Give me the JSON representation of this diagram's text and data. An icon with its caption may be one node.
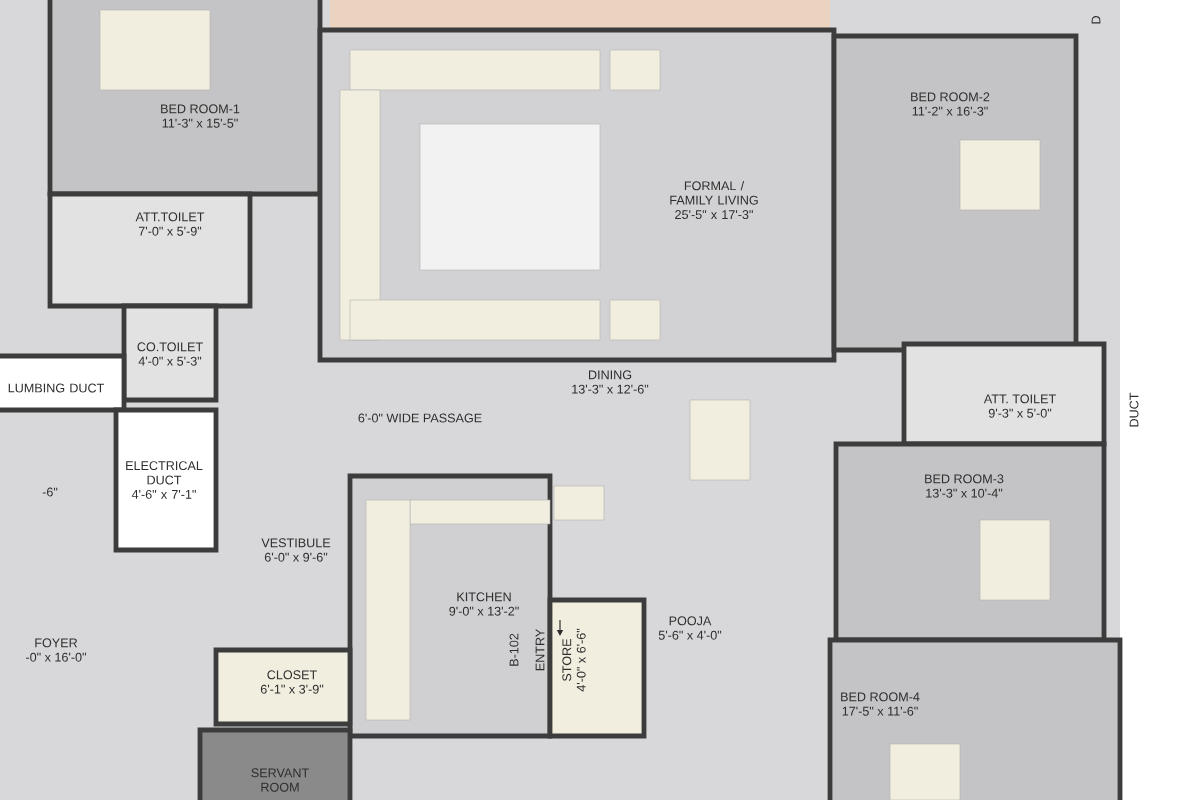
{
  "diagram": {
    "nodes": [
      {
        "text": [
          "BED ROOM-1",
          "11'-3\" x 15'-5\""
        ]
      },
      {
        "text": [
          "FORMAL / FAMILY LIVING",
          "25'-5\" x 17'-3\""
        ]
      },
      {
        "text": [
          "BED ROOM-2",
          "11'-2\" x 16'-3\""
        ]
      },
      {
        "text": [
          "ATT.TOILET",
          "7'-0\" x 5'-9\""
        ]
      },
      {
        "text": [
          "CO.TOILET",
          "4'-0\" x 5'-3\""
        ]
      },
      {
        "text": [
          "LUMBING DUCT"
        ]
      },
      {
        "text": [
          "ELECTRICAL DUCT",
          "4'-6\" x 7'-1\""
        ]
      },
      {
        "text": [
          "DINING",
          "13'-3\" x 12'-6\""
        ]
      },
      {
        "text": [
          "ATT. TOILET",
          "9'-3\" x 5'-0\""
        ]
      },
      {
        "text": [
          "BED ROOM-3",
          "13'-3\" x 10'-4\""
        ]
      },
      {
        "text": [
          "VESTIBULE",
          "6'-0\" x 9'-6\""
        ]
      },
      {
        "text": [
          "KITCHEN",
          "9'-0\" x 13'-2\""
        ]
      },
      {
        "text": [
          "STORE",
          "4'-0\" x 6'-6\""
        ]
      },
      {
        "text": [
          "POOJA",
          "5'-6\" x 4'-0\""
        ]
      },
      {
        "text": [
          "FOYER",
          "-0\" x 16'-0\""
        ]
      },
      {
        "text": [
          "CLOSET",
          "6'-1\" x 3'-9\""
        ]
      },
      {
        "text": [
          "BED ROOM-4",
          "17'-5\" x 11'-6\""
        ]
      },
      {
        "text": [
          "SERVANT ROOM"
        ]
      }
    ],
    "labels": [
      "D",
      "DUCT",
      "-6\"",
      "6'-0\" WIDE PASSAGE",
      "B-102",
      "ENTRY"
    ]
  }
}
